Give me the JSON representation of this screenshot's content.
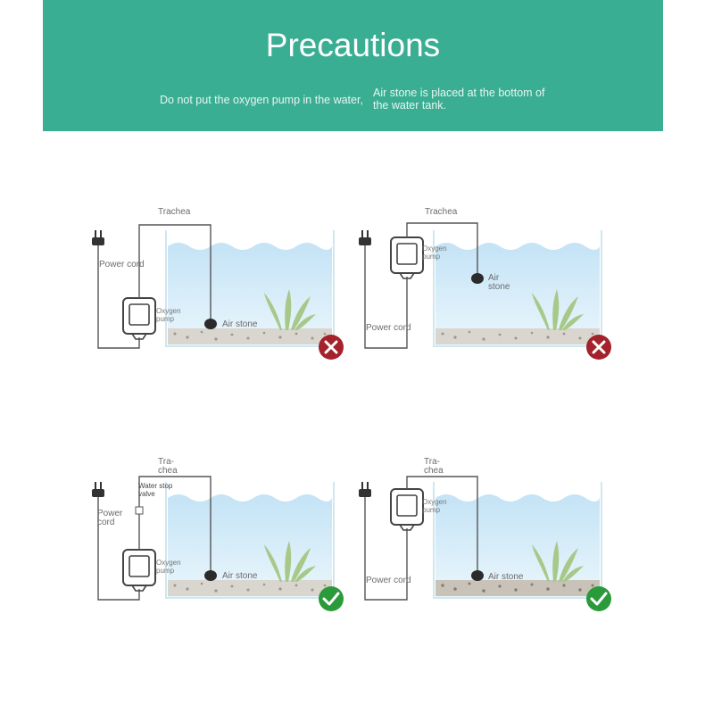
{
  "header": {
    "title": "Precautions",
    "subtitle_left": "Do not put the oxygen pump in the water,",
    "subtitle_right": "Air stone is placed at the bottom of the water tank."
  },
  "colors": {
    "banner": "#3aae93",
    "wrong": "#a3222b",
    "right": "#2a9a3a",
    "water": "#cfe8f7",
    "line": "#555555"
  },
  "panels": [
    {
      "id": "top-left",
      "status": "wrong",
      "status_icon": "cross-icon",
      "labels": {
        "trachea": "Trachea",
        "power_cord": "Power cord",
        "oxygen_pump": "Oxygen pump",
        "air_stone": "Air stone"
      }
    },
    {
      "id": "top-right",
      "status": "wrong",
      "status_icon": "cross-icon",
      "labels": {
        "trachea": "Trachea",
        "oxygen_pump": "Oxygen pump",
        "air_stone": "Air stone",
        "power_cord": "Power cord"
      }
    },
    {
      "id": "bottom-left",
      "status": "right",
      "status_icon": "check-icon",
      "labels": {
        "trachea": "Tra-chea",
        "water_stop_valve": "Water stop valve",
        "power_cord": "Power cord",
        "oxygen_pump": "Oxygen pump",
        "air_stone": "Air stone"
      }
    },
    {
      "id": "bottom-right",
      "status": "right",
      "status_icon": "check-icon",
      "labels": {
        "trachea": "Tra-chea",
        "oxygen_pump": "Oxygen pump",
        "power_cord": "Power cord",
        "air_stone": "Air stone"
      }
    }
  ]
}
